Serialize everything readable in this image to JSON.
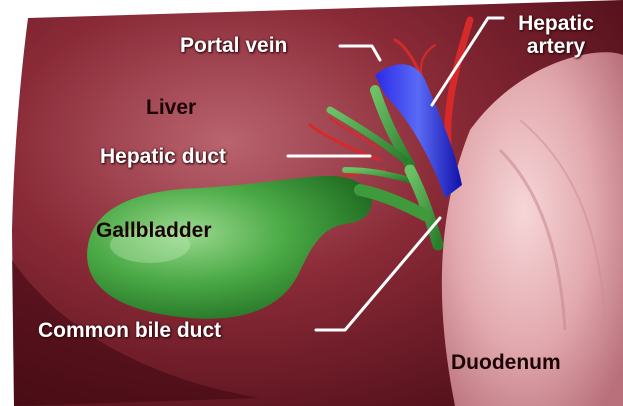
{
  "labels": {
    "portal_vein": "Portal vein",
    "hepatic_artery": "Hepatic\nartery",
    "liver": "Liver",
    "hepatic_duct": "Hepatic duct",
    "gallbladder": "Gallbladder",
    "common_bile_duct": "Common bile duct",
    "duodenum": "Duodenum"
  },
  "colors": {
    "liver": "#7a1f2b",
    "duodenum": "#e2aeb2",
    "gallbladder": "#3e9a3a",
    "portal_vein": "#1b1bd6",
    "hepatic_artery": "#d82a2a",
    "label_text": "#ffffff"
  }
}
